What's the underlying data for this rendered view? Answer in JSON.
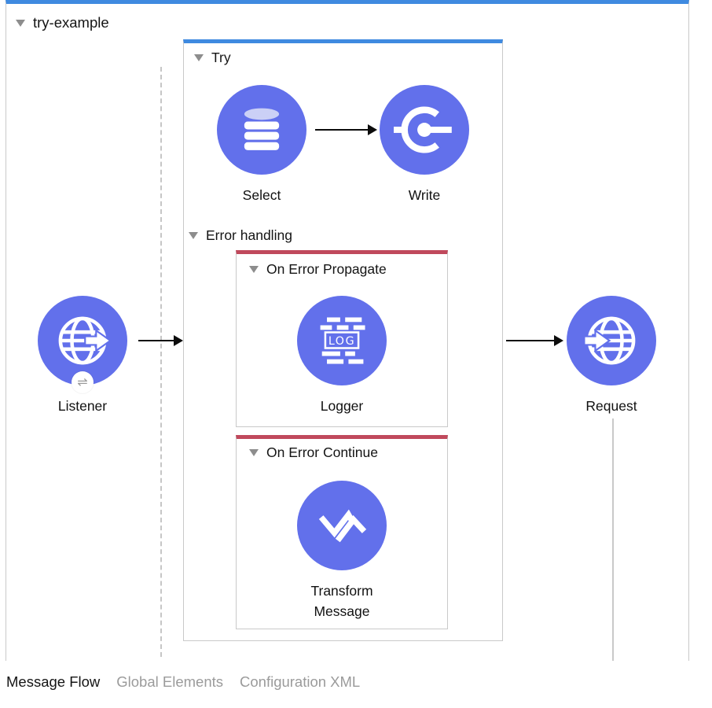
{
  "flow": {
    "title": "try-example"
  },
  "scopes": {
    "try_label": "Try",
    "error_handling_label": "Error handling",
    "on_error_propagate_label": "On Error Propagate",
    "on_error_continue_label": "On Error Continue"
  },
  "nodes": {
    "listener_label": "Listener",
    "select_label": "Select",
    "write_label": "Write",
    "logger_label": "Logger",
    "logger_icon_text": "LOG",
    "transform_label": "Transform Message",
    "request_label": "Request"
  },
  "icons": {
    "listener_badge": "⇌"
  },
  "tabs": {
    "message_flow": "Message Flow",
    "global_elements": "Global Elements",
    "configuration_xml": "Configuration XML"
  },
  "colors": {
    "node_purple": "#6270eb",
    "flow_accent_blue": "#3f8ae0",
    "error_accent_red": "#c0495c",
    "border_gray": "#c9c9c9"
  }
}
